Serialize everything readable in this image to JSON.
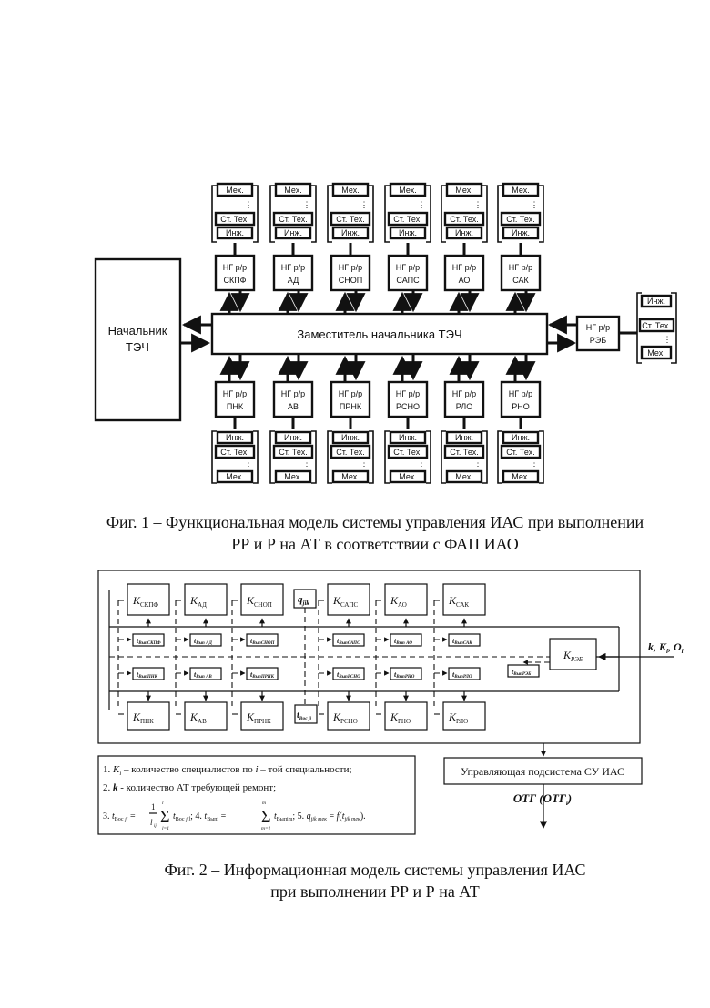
{
  "fig1": {
    "chief": [
      "Начальник",
      "ТЭЧ"
    ],
    "deputy": "Заместитель начальника ТЭЧ",
    "top_groups": [
      [
        "НГ р/р",
        "СКПФ"
      ],
      [
        "НГ р/р",
        "АД"
      ],
      [
        "НГ р/р",
        "СНОП"
      ],
      [
        "НГ р/р",
        "САПС"
      ],
      [
        "НГ р/р",
        "АО"
      ],
      [
        "НГ р/р",
        "САК"
      ]
    ],
    "bottom_groups": [
      [
        "НГ р/р",
        "ПНК"
      ],
      [
        "НГ р/р",
        "АВ"
      ],
      [
        "НГ р/р",
        "ПРНК"
      ],
      [
        "НГ р/р",
        "РСНО"
      ],
      [
        "НГ р/р",
        "РЛО"
      ],
      [
        "НГ р/р",
        "РНО"
      ]
    ],
    "reb": [
      "НГ р/р",
      "РЭБ"
    ],
    "staff": {
      "mech": "Мех.",
      "senior_tech": "Ст. Тех.",
      "engineer": "Инж.",
      "dots": "⋮"
    },
    "caption": [
      "Фиг. 1 – Функциональная модель системы управления ИАС при выполнении",
      "РР и Р на АТ в соответствии с ФАП ИАО"
    ]
  },
  "fig2": {
    "k_top": [
      {
        "main": "K",
        "sub": "СКПФ"
      },
      {
        "main": "K",
        "sub": "АД"
      },
      {
        "main": "K",
        "sub": "СНОП"
      },
      {
        "main": "K",
        "sub": "САПС"
      },
      {
        "main": "K",
        "sub": "АО"
      },
      {
        "main": "K",
        "sub": "САК"
      }
    ],
    "k_bottom": [
      {
        "main": "K",
        "sub": "ПНК"
      },
      {
        "main": "K",
        "sub": "АВ"
      },
      {
        "main": "K",
        "sub": "ПРНК"
      },
      {
        "main": "K",
        "sub": "РСНО"
      },
      {
        "main": "K",
        "sub": "РНО"
      },
      {
        "main": "K",
        "sub": "РЛО"
      }
    ],
    "q_label": {
      "main": "q",
      "sub": "jik"
    },
    "tvos_label": {
      "main": "t",
      "sub": "Вос ji"
    },
    "t_top": [
      {
        "main": "t",
        "sub": "ВыпСКПФ"
      },
      {
        "main": "t",
        "sub": "Вып АД"
      },
      {
        "main": "t",
        "sub": "ВыпСНОП"
      },
      {
        "main": "t",
        "sub": "ВыпСАПС"
      },
      {
        "main": "t",
        "sub": "Вып АО"
      },
      {
        "main": "t",
        "sub": "ВыпСАК"
      }
    ],
    "t_bottom": [
      {
        "main": "t",
        "sub": "ВыпПНК"
      },
      {
        "main": "t",
        "sub": "Вып АВ"
      },
      {
        "main": "t",
        "sub": "ВыпПРНК"
      },
      {
        "main": "t",
        "sub": "ВыпРСНО"
      },
      {
        "main": "t",
        "sub": "ВыпРНО"
      },
      {
        "main": "t",
        "sub": "ВыпРЛО"
      }
    ],
    "t_reb": {
      "main": "t",
      "sub": "ВыпРЭБ"
    },
    "k_reb": {
      "main": "K",
      "sub": "РЭБ"
    },
    "input_label": "k, K",
    "input_sub": "i",
    "input_o": ", O",
    "input_o_sub": "i",
    "legend": [
      "1. K_i – количество специалистов по i – той специальности;",
      "2. k - количество АТ требующей ремонт;",
      "3. t_Вос ji = (1/l_ij) Σ t_Вос jil ; 4. t_Выпi = Σ t_Выпim ; 5. q_jik тек = f(t_jik тек)."
    ],
    "legend1_a": "1. ",
    "legend1_k": "K",
    "legend1_i": "i",
    "legend1_b": " – количество специалистов по ",
    "legend1_c": " – той специальности;",
    "legend2_a": "2. ",
    "legend2_k": "k",
    "legend2_b": " - количество АТ требующей ремонт;",
    "control": "Управляющая подсистема СУ ИАС",
    "otg": "ОТГ (ОТГ",
    "otg_sub": "i",
    "otg_end": ")",
    "caption": [
      "Фиг. 2 – Информационная модель системы управления ИАС",
      "при выполнении РР и Р на АТ"
    ]
  }
}
